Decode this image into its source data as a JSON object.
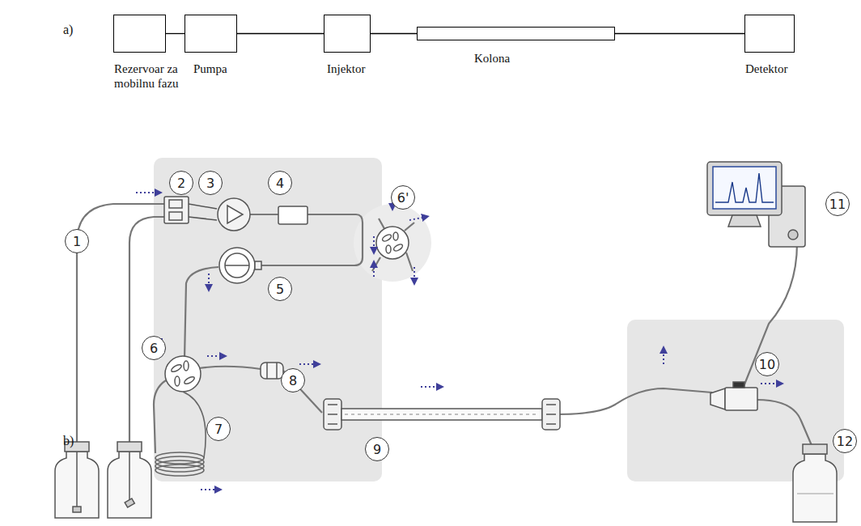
{
  "diagram": {
    "nodes": [
      {
        "text": [
          "Rezervoar za mobilnu fazu"
        ]
      },
      {
        "text": [
          "Pumpa"
        ]
      },
      {
        "text": [
          "Injektor"
        ]
      },
      {
        "text": [
          "Kolona"
        ]
      },
      {
        "text": [
          "Detektor"
        ]
      }
    ],
    "edges": [
      {
        "from": 0,
        "to": 1,
        "arrow": "none"
      },
      {
        "from": 1,
        "to": 2,
        "arrow": "none"
      },
      {
        "from": 2,
        "to": 3,
        "arrow": "none"
      },
      {
        "from": 3,
        "to": 4,
        "arrow": "none"
      }
    ],
    "labels": [
      "a)",
      "2",
      "3",
      "4",
      "11",
      "6'",
      "1",
      "5",
      "10",
      "6",
      "8",
      "7",
      "9",
      "12",
      "b)"
    ]
  }
}
